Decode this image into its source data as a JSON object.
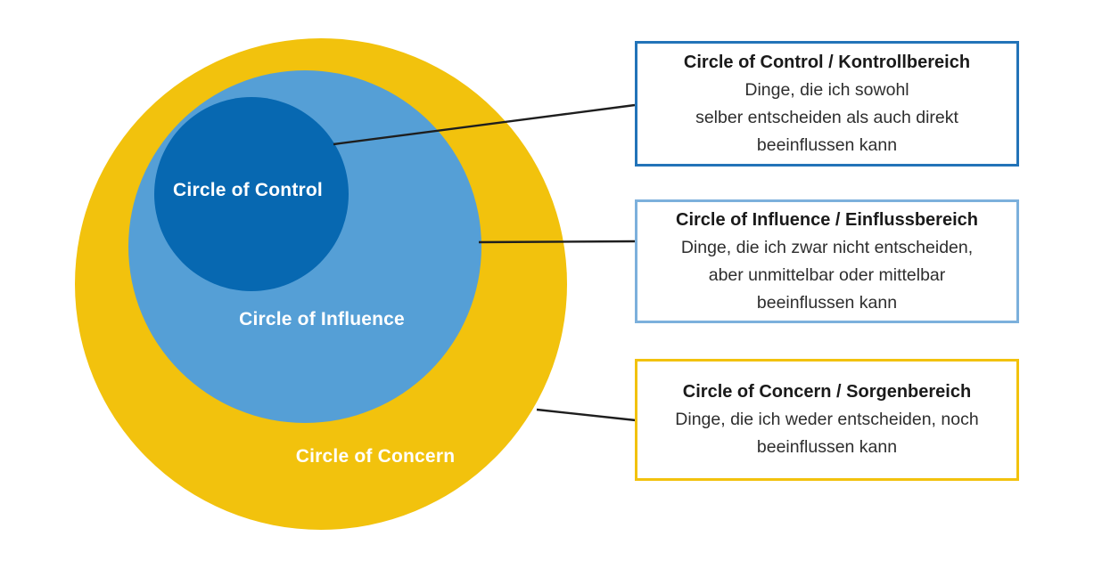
{
  "colors": {
    "concern_yellow": "#F2C20D",
    "influence_blue": "#559FD6",
    "control_blue": "#0768B1",
    "box_control_border": "#2273B8",
    "box_influence_border": "#7CB0DC",
    "box_concern_border": "#F2C20D",
    "connector": "#1E1E1E",
    "title_text": "#1A1A1A",
    "body_text": "#2E2E2E",
    "circle_label_text": "#FFFFFF"
  },
  "diagram": {
    "circles": [
      {
        "name": "concern",
        "label": "Circle of Concern"
      },
      {
        "name": "influence",
        "label": "Circle of Influence"
      },
      {
        "name": "control",
        "label": "Circle of Control"
      }
    ]
  },
  "legend": {
    "boxes": [
      {
        "name": "control",
        "title": "Circle of Control / Kontrollbereich",
        "lines": [
          "Dinge, die ich sowohl",
          "selber entscheiden als auch direkt",
          "beeinflussen kann"
        ]
      },
      {
        "name": "influence",
        "title": "Circle of Influence / Einflussbereich",
        "lines": [
          "Dinge, die ich zwar nicht entscheiden,",
          "aber unmittelbar oder mittelbar",
          "beeinflussen kann"
        ]
      },
      {
        "name": "concern",
        "title": "Circle of Concern / Sorgenbereich",
        "lines": [
          "Dinge, die ich weder entscheiden, noch",
          "beeinflussen kann"
        ]
      }
    ]
  }
}
